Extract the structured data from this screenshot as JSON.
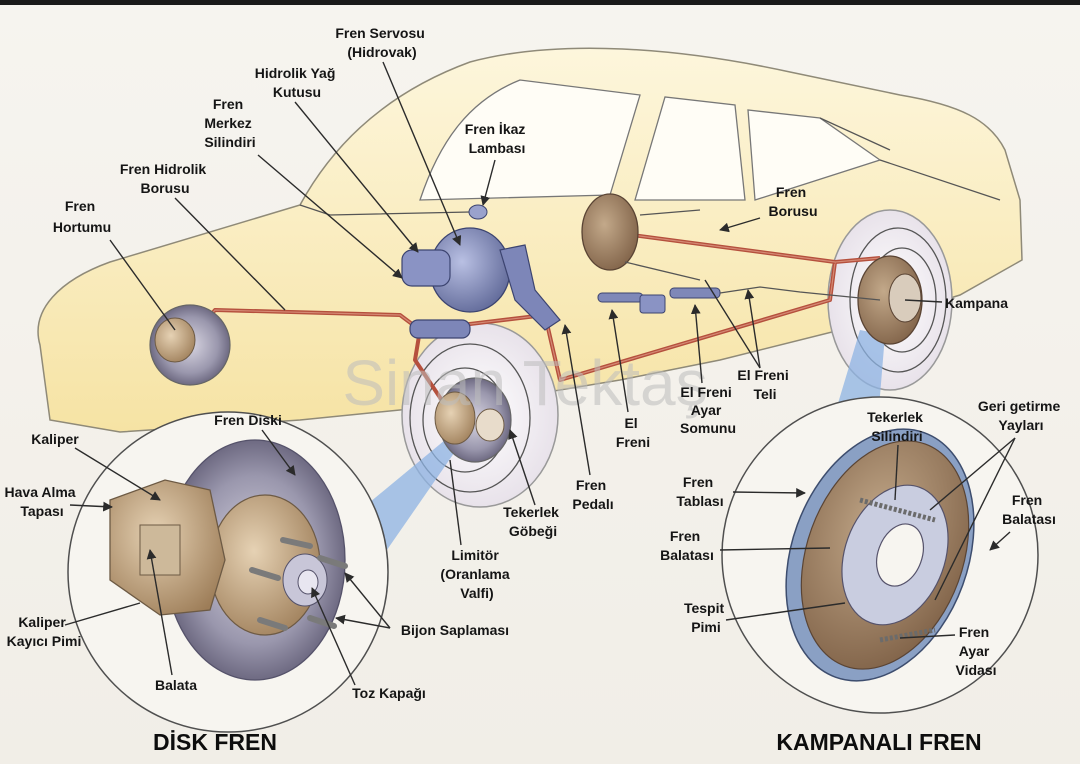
{
  "watermark": "Sinan Tektaş",
  "titles": {
    "disk": "DİSK FREN",
    "drum": "KAMPANALI FREN"
  },
  "labels": {
    "fren_servosu": [
      "Fren Servosu",
      "(Hidrovak)"
    ],
    "hidrolik_yag_kutusu": [
      "Hidrolik Yağ",
      "Kutusu"
    ],
    "fren_merkez_silindiri": [
      "Fren",
      "Merkez",
      "Silindiri"
    ],
    "fren_hidrolik_borusu": [
      "Fren Hidrolik",
      "Borusu"
    ],
    "fren_hortumu": [
      "Fren",
      "Hortumu"
    ],
    "fren_ikaz_lambasi": [
      "Fren İkaz",
      "Lambası"
    ],
    "fren_borusu": [
      "Fren",
      "Borusu"
    ],
    "kampana": [
      "Kampana"
    ],
    "el_freni_teli": [
      "El Freni",
      "Teli"
    ],
    "el_freni_ayar_somunu": [
      "El Freni",
      "Ayar",
      "Somunu"
    ],
    "el_freni": [
      "El",
      "Freni"
    ],
    "fren_pedali": [
      "Fren",
      "Pedalı"
    ],
    "tekerlek_gobegi": [
      "Tekerlek",
      "Göbeği"
    ],
    "limitor": [
      "Limitör",
      "(Oranlama",
      "Valfi)"
    ],
    "fren_diski": [
      "Fren Diski"
    ],
    "kaliper": [
      "Kaliper"
    ],
    "hava_alma_tapasi": [
      "Hava Alma",
      "Tapası"
    ],
    "kaliper_kayici_pimi": [
      "Kaliper",
      "Kayıcı Pimi"
    ],
    "balata": [
      "Balata"
    ],
    "toz_kapagi": [
      "Toz Kapağı"
    ],
    "bijon_saplamasi": [
      "Bijon Saplaması"
    ],
    "tekerlek_silindiri": [
      "Tekerlek",
      "Silindiri"
    ],
    "geri_getirme_yaylari": [
      "Geri getirme",
      "Yayları"
    ],
    "drum_fren_tablasi": [
      "Fren",
      "Tablası"
    ],
    "drum_fren_balatasi_left": [
      "Fren",
      "Balatası"
    ],
    "drum_fren_balatasi_right": [
      "Fren",
      "Balatası"
    ],
    "tespit_pimi": [
      "Tespit",
      "Pimi"
    ],
    "fren_ayar_vidasi": [
      "Fren",
      "Ayar",
      "Vidası"
    ]
  },
  "colors": {
    "car_body": "#fbeec0",
    "brake_pipe": "#b5503d",
    "servo": "#6e78a8",
    "bronze": "#b89a74",
    "disc": "#8c8aa0",
    "highlight_blue": "#7fa8dc"
  }
}
